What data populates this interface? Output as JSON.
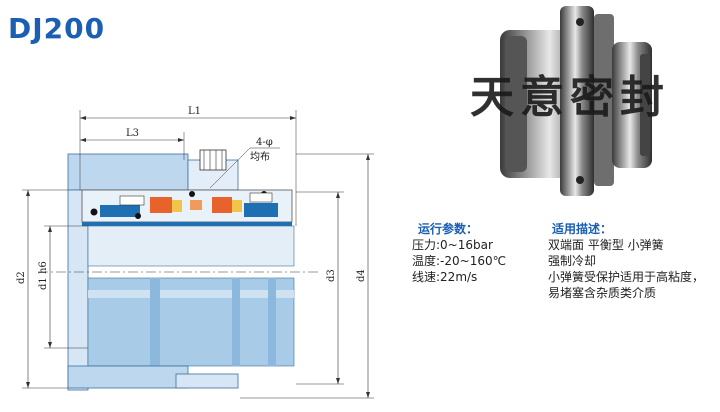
{
  "title": "DJ200",
  "watermark": "天意密封",
  "dimensions": {
    "l1": "L1",
    "l3": "L3",
    "holes": "4-φ",
    "uniform": "均布",
    "d2": "d2",
    "d1h6": "d1 h6",
    "d3": "d3",
    "d4": "d4"
  },
  "operating_params": {
    "heading": "运行参数：",
    "lines": [
      "压力:0~16bar",
      "温度:-20~160℃",
      "线速:22m/s"
    ]
  },
  "application": {
    "heading": "适用描述：",
    "lines": [
      "双端面  平衡型  小弹簧",
      "强制冷却",
      "小弹簧受保护适用于高粘度，",
      "易堵塞含杂质类介质"
    ]
  },
  "colors": {
    "title_blue": "#1a5fb4",
    "drawing_blue": "#9dc4e6",
    "drawing_blue_dark": "#1f6fb3",
    "seal_orange": "#e8622c",
    "seal_yellow": "#f2c44a"
  }
}
